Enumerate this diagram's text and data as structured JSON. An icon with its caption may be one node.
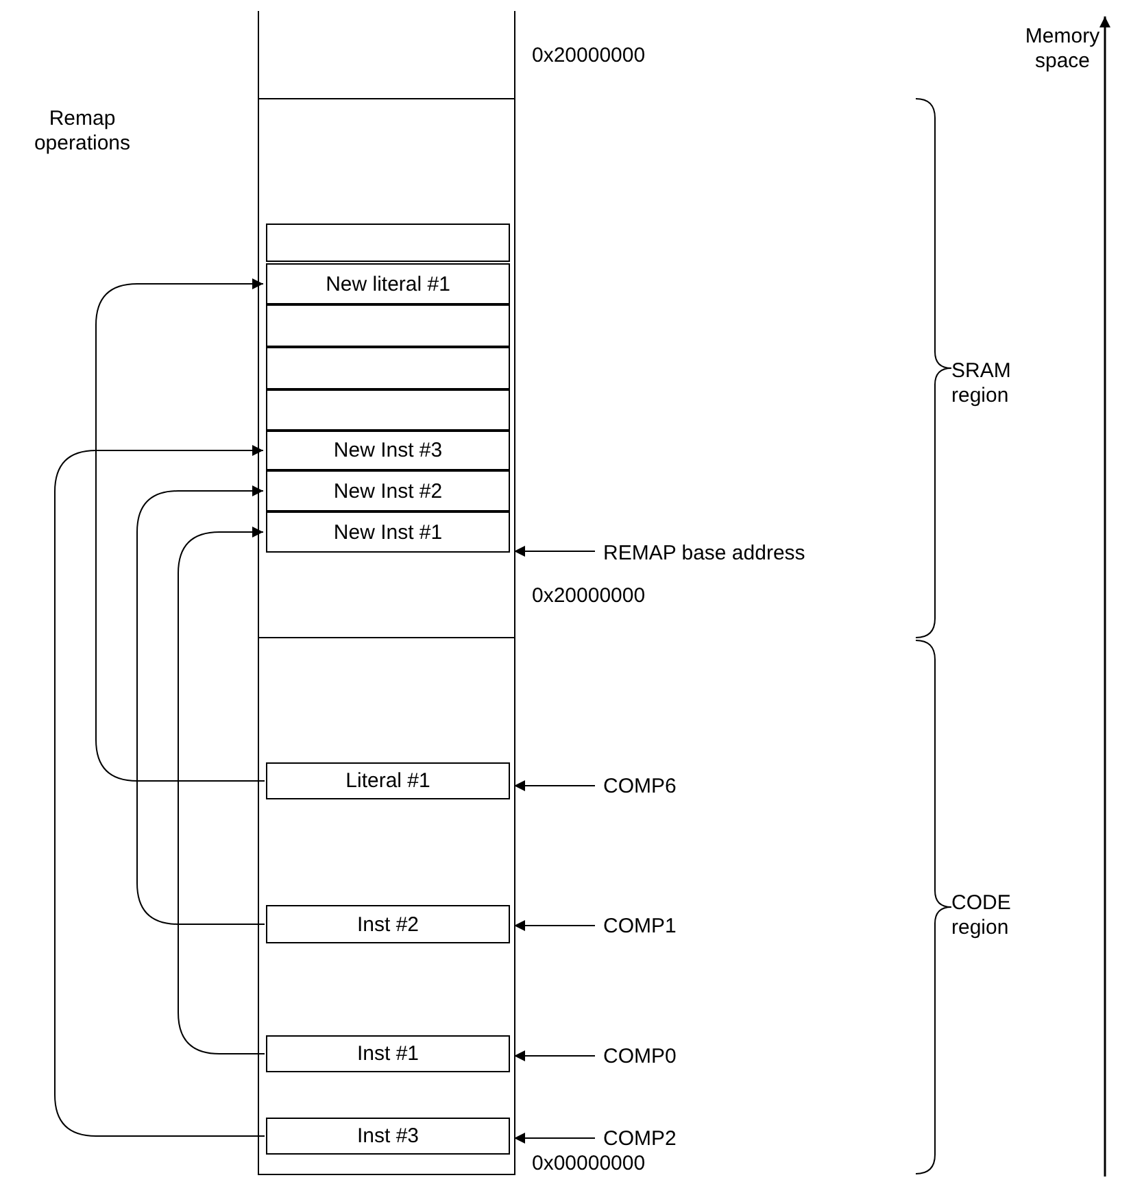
{
  "diagram": {
    "nodes": [
      {
        "text": [],
        "shape": "bar"
      },
      {
        "text": [],
        "shape": "box",
        "in": 0
      },
      {
        "text": [
          "New literal #1"
        ],
        "in": 0
      },
      {
        "text": [],
        "shape": "box",
        "in": 0
      },
      {
        "text": [],
        "shape": "box",
        "in": 0
      },
      {
        "text": [],
        "shape": "box",
        "in": 0
      },
      {
        "text": [
          "New Inst #3"
        ],
        "in": 0
      },
      {
        "text": [
          "New Inst #2"
        ],
        "in": 0
      },
      {
        "text": [
          "New Inst #1"
        ],
        "in": 0
      },
      {
        "text": [
          "REMAP base address"
        ]
      },
      {
        "text": [
          "Literal #1"
        ],
        "in": 0
      },
      {
        "text": [
          "COMP6"
        ]
      },
      {
        "text": [
          "Inst #2"
        ],
        "in": 0
      },
      {
        "text": [
          "COMP1"
        ]
      },
      {
        "text": [
          "Inst #1"
        ],
        "in": 0
      },
      {
        "text": [
          "COMP0"
        ]
      },
      {
        "text": [
          "Inst #3"
        ],
        "in": 0
      },
      {
        "text": [
          "COMP2"
        ]
      }
    ],
    "edges": [
      {
        "from": 9,
        "to": 8,
        "arrow": "to"
      },
      {
        "from": 11,
        "to": 10,
        "arrow": "to"
      },
      {
        "from": 13,
        "to": 12,
        "arrow": "to"
      },
      {
        "from": 15,
        "to": 14,
        "arrow": "to"
      },
      {
        "from": 17,
        "to": 16,
        "arrow": "to"
      },
      {
        "from": 10,
        "to": 2,
        "arrow": "to"
      },
      {
        "from": 12,
        "to": 7,
        "arrow": "to"
      },
      {
        "from": 14,
        "to": 8,
        "arrow": "to"
      },
      {
        "from": 16,
        "to": 6,
        "arrow": "to"
      }
    ],
    "labels": [
      "0x20000000",
      "Memory space",
      "Remap operations",
      "SRAM region",
      "0x20000000",
      "CODE region",
      "0x00000000"
    ]
  }
}
